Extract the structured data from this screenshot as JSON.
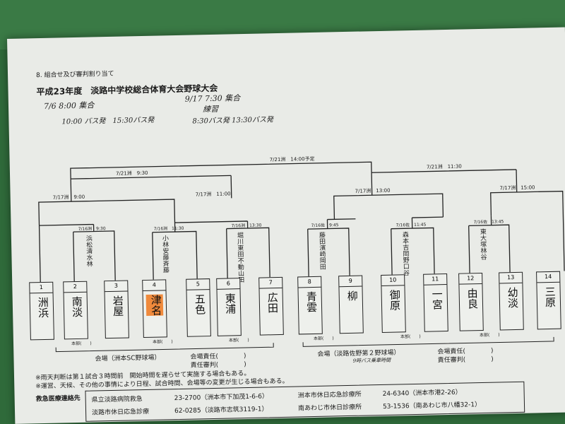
{
  "section_header": "8. 組合せ及び審判割り当て",
  "title": "平成23年度　淡路中学校総合体育大会野球大会",
  "handwritten": {
    "left_line1": "7/6 8:00 集合",
    "left_line2": "10:00 バス発　15:30バス発",
    "right_line1": "9/17 7:30 集合",
    "right_line2": "練習",
    "right_line3": "8:30バス発 13:30バス発"
  },
  "rounds": {
    "final": "7/21洲　14:00予定",
    "semi_left": "7/21洲　9:30",
    "semi_right": "7/21洲　11:30",
    "qf1": "7/17洲　9:00",
    "qf2": "7/17洲　11:00",
    "qf3": "7/17洲　13:00",
    "qf4": "7/17洲　15:00",
    "r1_1": "7/16洲　9:30",
    "r1_2": "7/16洲　11:30",
    "r1_3": "7/16洲　13:30",
    "r1_4": "7/16佐　9:45",
    "r1_5": "7/16佐　11:45",
    "r1_6": "7/16佐　13:45"
  },
  "umpires": {
    "r1_1": "浜松清水林",
    "r1_2": "小林安藤斉藤",
    "r1_3": "堀川東田不動山田",
    "r1_4": "藤田濱崎岡田",
    "r1_5": "森本吉岡野口谷",
    "r1_6": "東大塚林谷"
  },
  "teams": [
    {
      "num": "1",
      "name": "洲浜"
    },
    {
      "num": "2",
      "name": "南淡"
    },
    {
      "num": "3",
      "name": "岩屋"
    },
    {
      "num": "4",
      "name": "津名"
    },
    {
      "num": "5",
      "name": "五色"
    },
    {
      "num": "6",
      "name": "東浦"
    },
    {
      "num": "7",
      "name": "広田"
    },
    {
      "num": "8",
      "name": "青雲"
    },
    {
      "num": "9",
      "name": "柳"
    },
    {
      "num": "10",
      "name": "御原"
    },
    {
      "num": "11",
      "name": "一宮"
    },
    {
      "num": "12",
      "name": "由良"
    },
    {
      "num": "13",
      "name": "幼淡"
    },
    {
      "num": "14",
      "name": "三原"
    }
  ],
  "honbu": "本部(　　)",
  "venue_left": {
    "venue": "会場（洲本SC野球場）",
    "manager": "会場責任(　　　　)",
    "umpire": "責任審判(　　　　)"
  },
  "venue_right": {
    "venue": "会場（淡路佐野第２野球場）",
    "manager": "会場責任(　　　　)",
    "umpire": "責任審判(　　　　)",
    "handnote": "9時バス乗車時間"
  },
  "notes": [
    "※雨天判断は第１試合３時間前　開始時間を遅らせて実施する場合もある。",
    "※運営、天候、その他の事情により日程、試合時間、会場等の変更が生じる場合もある。"
  ],
  "contact": {
    "label": "救急医療連絡先",
    "row1": [
      "県立淡路病院救急",
      "23-2700（洲本市下加茂1-6-6）",
      "洲本市休日応急診療所",
      "24-6340（洲本市港2-26）"
    ],
    "row2": [
      "淡路市休日応急診療",
      "62-0285（淡路市志筑3119-1）",
      "南あわじ市休日診療所",
      "53-1536（南あわじ市八幡32-1）"
    ]
  }
}
